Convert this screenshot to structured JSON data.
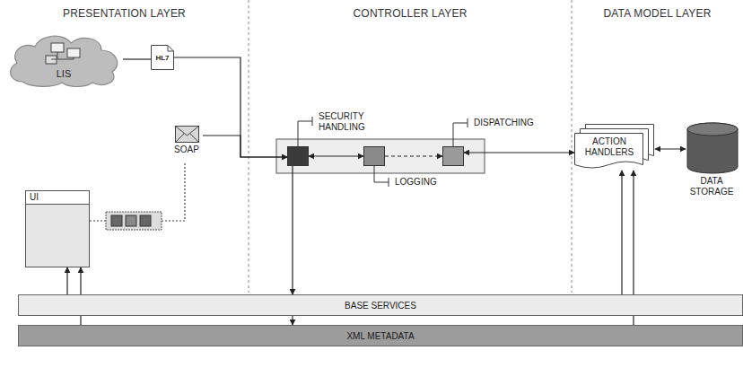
{
  "diagram": {
    "nodes": [
      {
        "text": [
          "LIS"
        ]
      },
      {
        "text": [
          "HL7"
        ]
      },
      {
        "text": [
          "SOAP"
        ]
      },
      {
        "text": [
          "UI"
        ]
      },
      {
        "text": [
          "SECURITY HANDLING"
        ]
      },
      {
        "text": [
          "LOGGING"
        ]
      },
      {
        "text": [
          "DISPATCHING"
        ]
      },
      {
        "text": [
          "ACTION HANDLERS"
        ]
      },
      {
        "text": [
          "DATA STORAGE"
        ]
      },
      {
        "text": [
          "BASE SERVICES"
        ]
      },
      {
        "text": [
          "XML METADATA"
        ]
      }
    ],
    "edges": [
      {
        "from": 0,
        "to": 1,
        "arrow": "none"
      },
      {
        "from": 1,
        "to": 4,
        "arrow": "to"
      },
      {
        "from": 2,
        "to": 4,
        "arrow": "to"
      },
      {
        "from": 4,
        "to": 5,
        "arrow": "both"
      },
      {
        "from": 5,
        "to": 6,
        "arrow": "to"
      },
      {
        "from": 6,
        "to": 7,
        "arrow": "both"
      },
      {
        "from": 7,
        "to": 8,
        "arrow": "both"
      },
      {
        "from": 4,
        "to": 9,
        "arrow": "to"
      },
      {
        "from": 9,
        "to": 10,
        "arrow": "to"
      },
      {
        "from": 9,
        "to": 3,
        "arrow": "to"
      },
      {
        "from": 10,
        "to": 3,
        "arrow": "to"
      },
      {
        "from": 9,
        "to": 7,
        "arrow": "to"
      },
      {
        "from": 10,
        "to": 7,
        "arrow": "to"
      }
    ],
    "labels": [
      "PRESENTATION LAYER",
      "CONTROLLER LAYER",
      "DATA MODEL LAYER"
    ]
  }
}
